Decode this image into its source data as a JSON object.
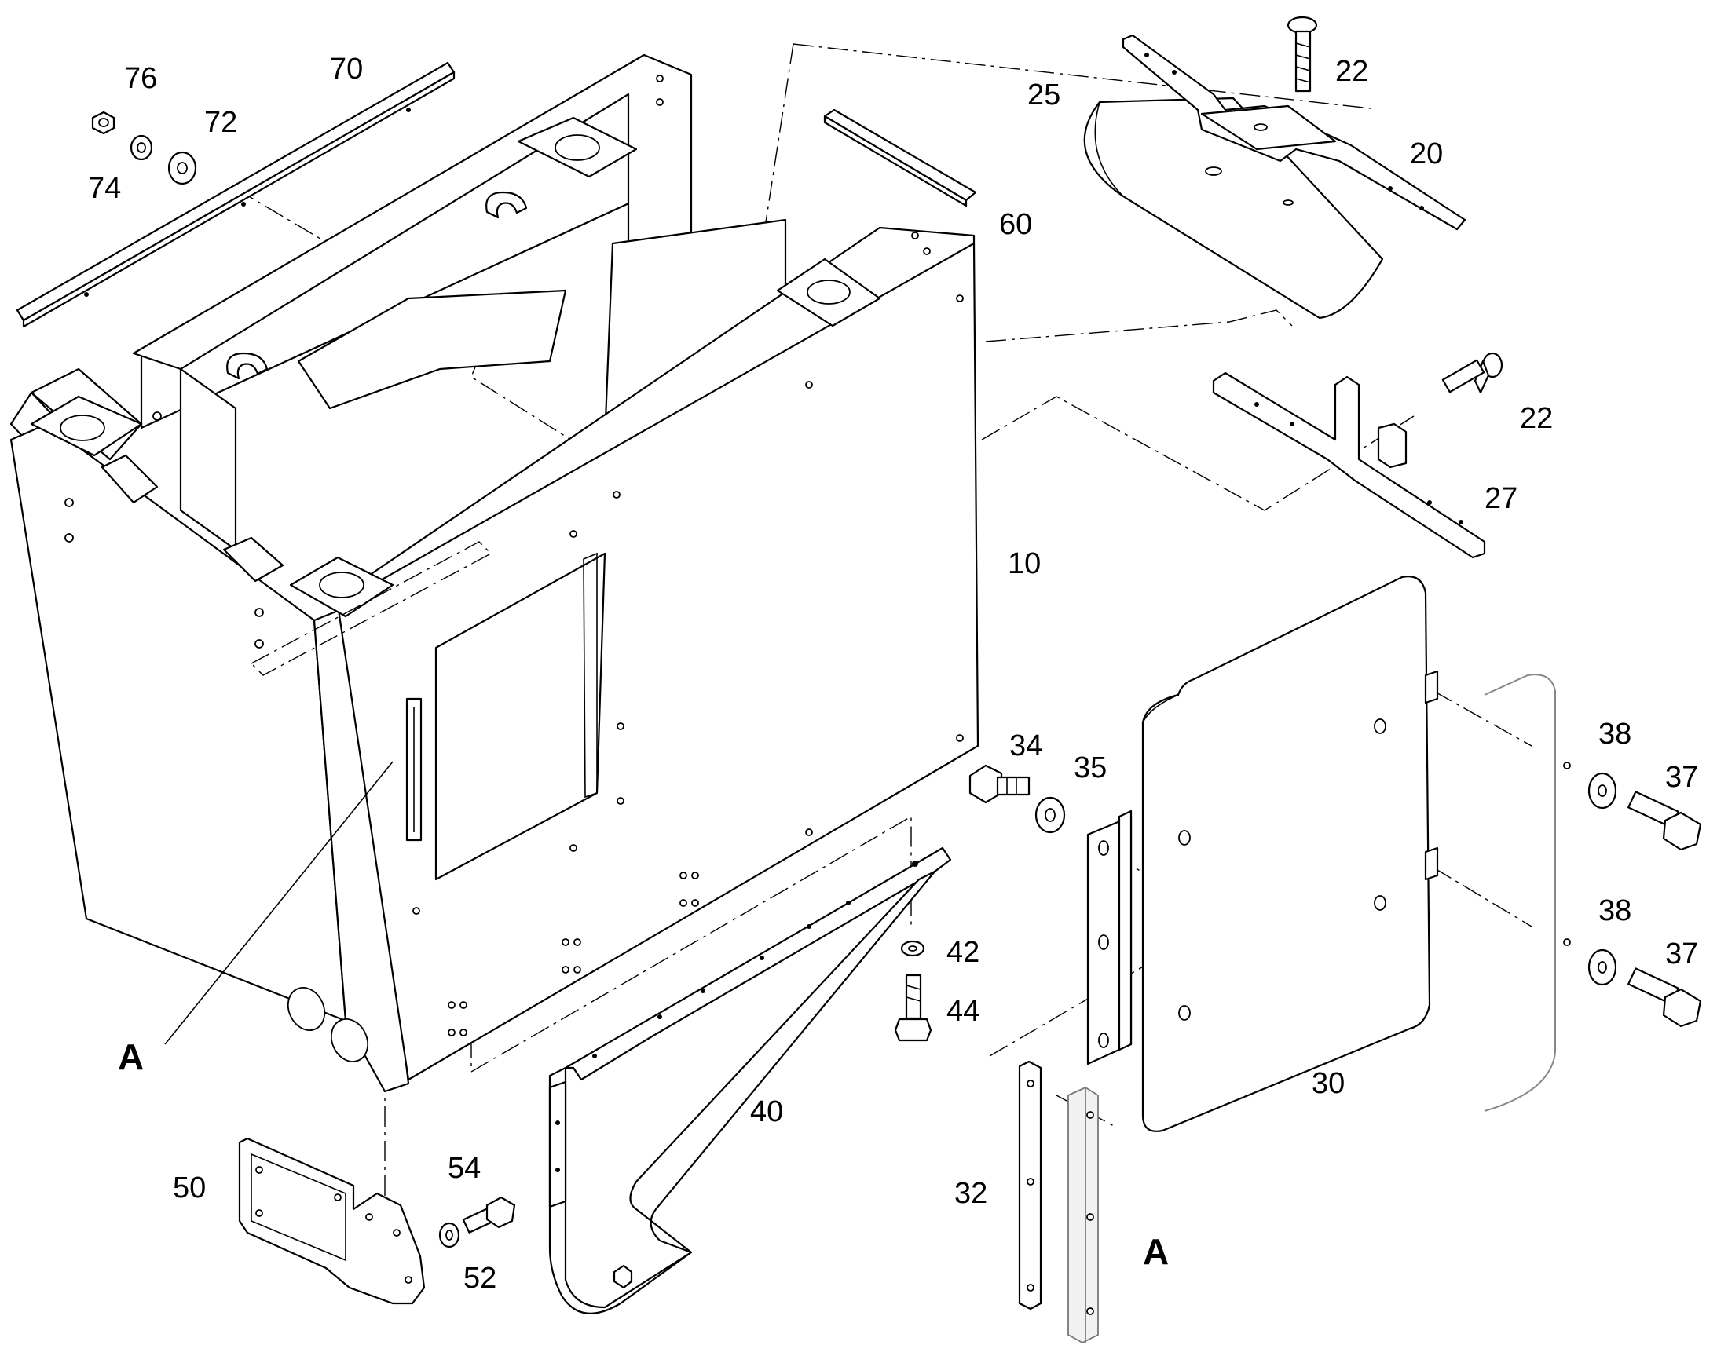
{
  "callouts": {
    "c76": "76",
    "c70": "70",
    "c72": "72",
    "c74": "74",
    "c25": "25",
    "c22a": "22",
    "c20": "20",
    "c60": "60",
    "c22b": "22",
    "c27": "27",
    "c10": "10",
    "c34": "34",
    "c35": "35",
    "c38a": "38",
    "c37a": "37",
    "c38b": "38",
    "c37b": "37",
    "c42": "42",
    "c44": "44",
    "c30": "30",
    "c40": "40",
    "c50": "50",
    "c54": "54",
    "c52": "52",
    "c32": "32",
    "cA1": "A",
    "cA2": "A"
  }
}
